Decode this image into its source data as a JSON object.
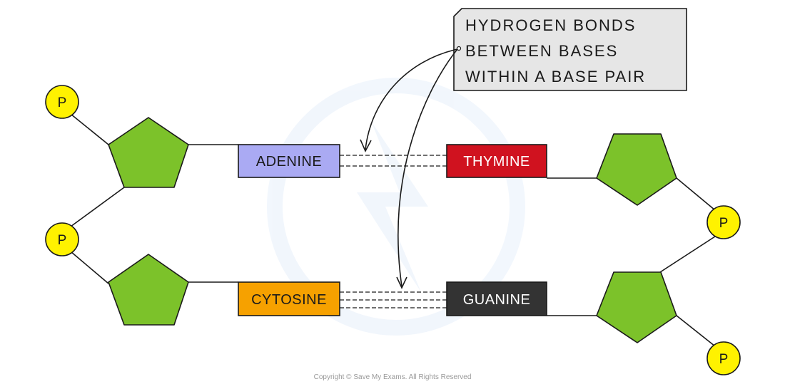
{
  "diagram": {
    "callout_lines": [
      "HYDROGEN BONDS",
      "BETWEEN BASES",
      "WITHIN A BASE PAIR"
    ],
    "phosphate_label": "P",
    "bases": {
      "adenine": "ADENINE",
      "thymine": "THYMINE",
      "cytosine": "CYTOSINE",
      "guanine": "GUANINE"
    },
    "copyright": "Copyright © Save My Exams. All Rights Reserved"
  },
  "colors": {
    "sugar": "#7cc22a",
    "phosphate": "#fff200",
    "adenine": "#aaaaf3",
    "thymine": "#d0121f",
    "cytosine": "#f6a100",
    "guanine": "#333333",
    "callout_bg": "#e6e6e6"
  }
}
